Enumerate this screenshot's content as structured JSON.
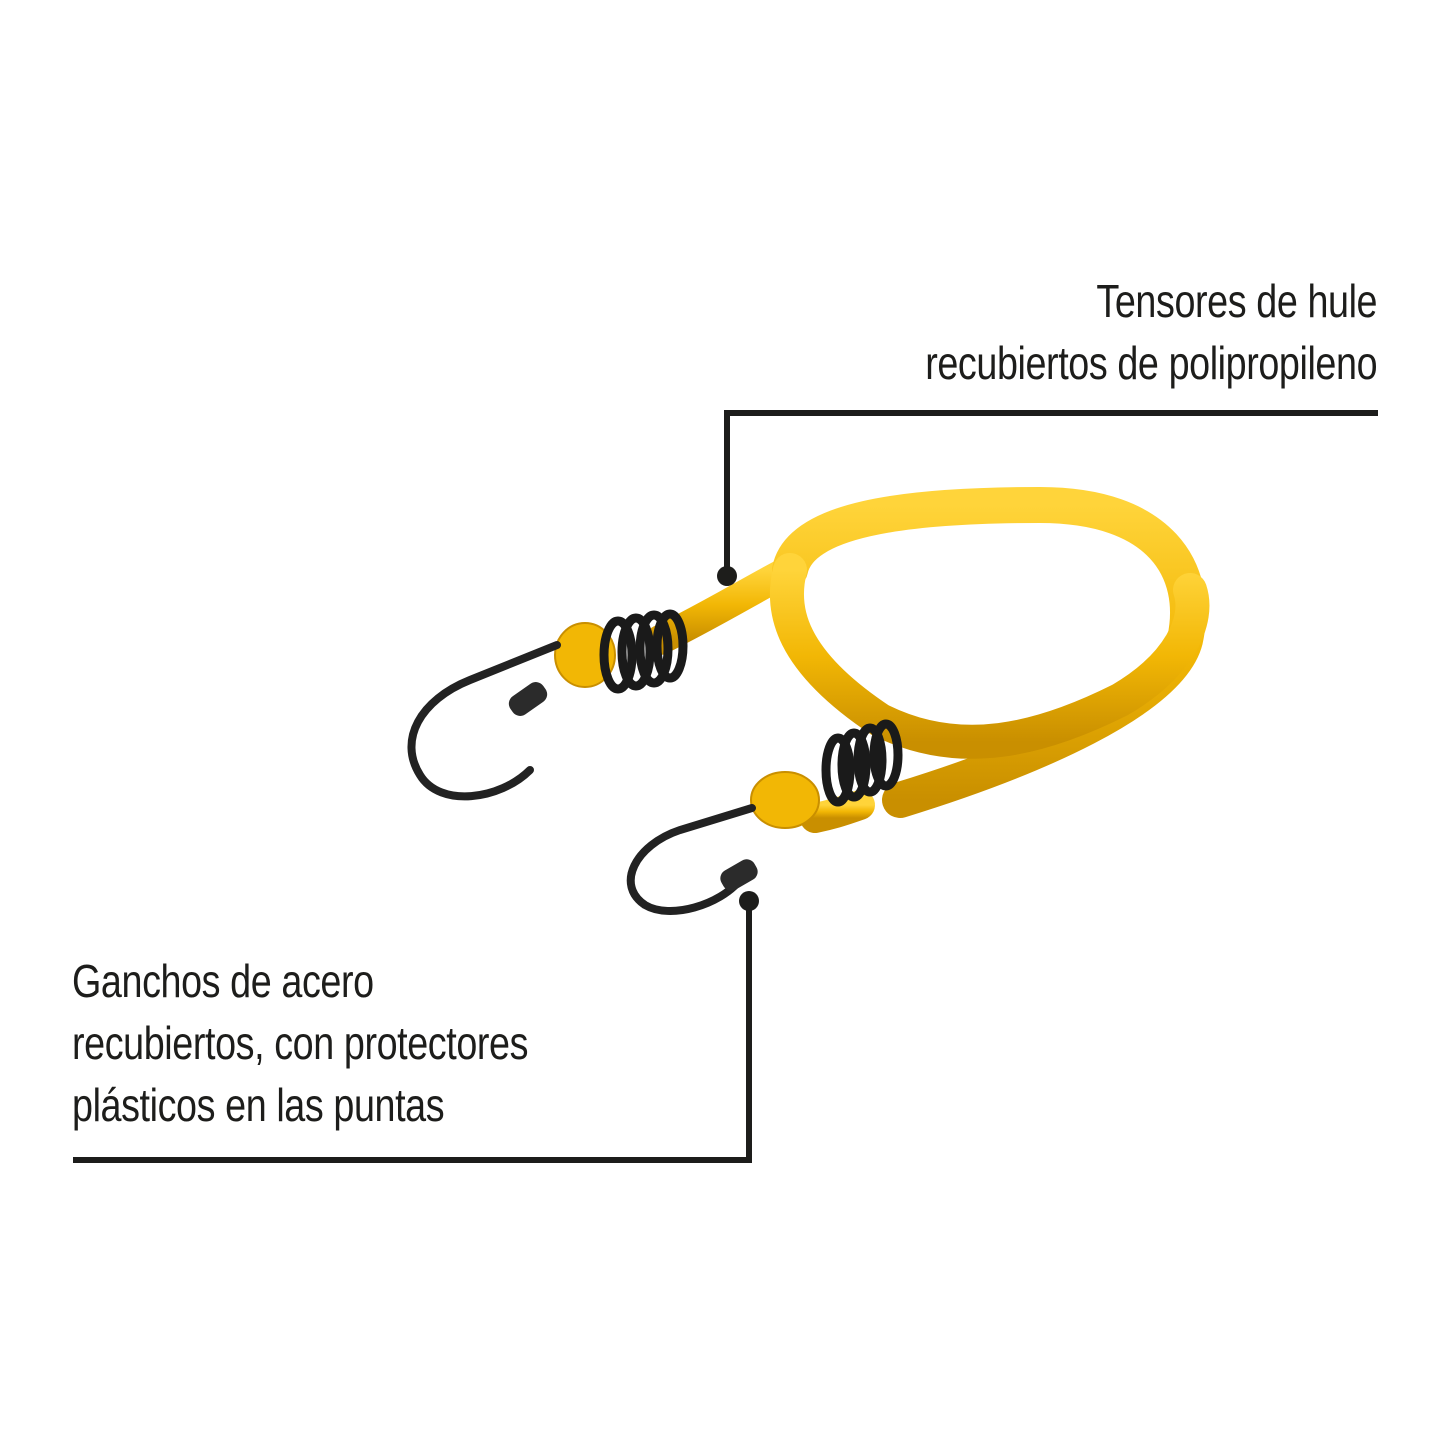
{
  "callouts": [
    {
      "id": "cord",
      "lines": [
        "Tensores de hule",
        "recubiertos de polipropileno"
      ]
    },
    {
      "id": "hooks",
      "lines": [
        "Ganchos de acero",
        "recubiertos, con protectores",
        "plásticos en las puntas"
      ]
    }
  ],
  "colors": {
    "text": "#1d1d1b",
    "cord": "#f2b705",
    "hook": "#222222"
  },
  "product": {
    "name": "bungee-cord",
    "icon": "bungee-cord-with-hooks"
  }
}
